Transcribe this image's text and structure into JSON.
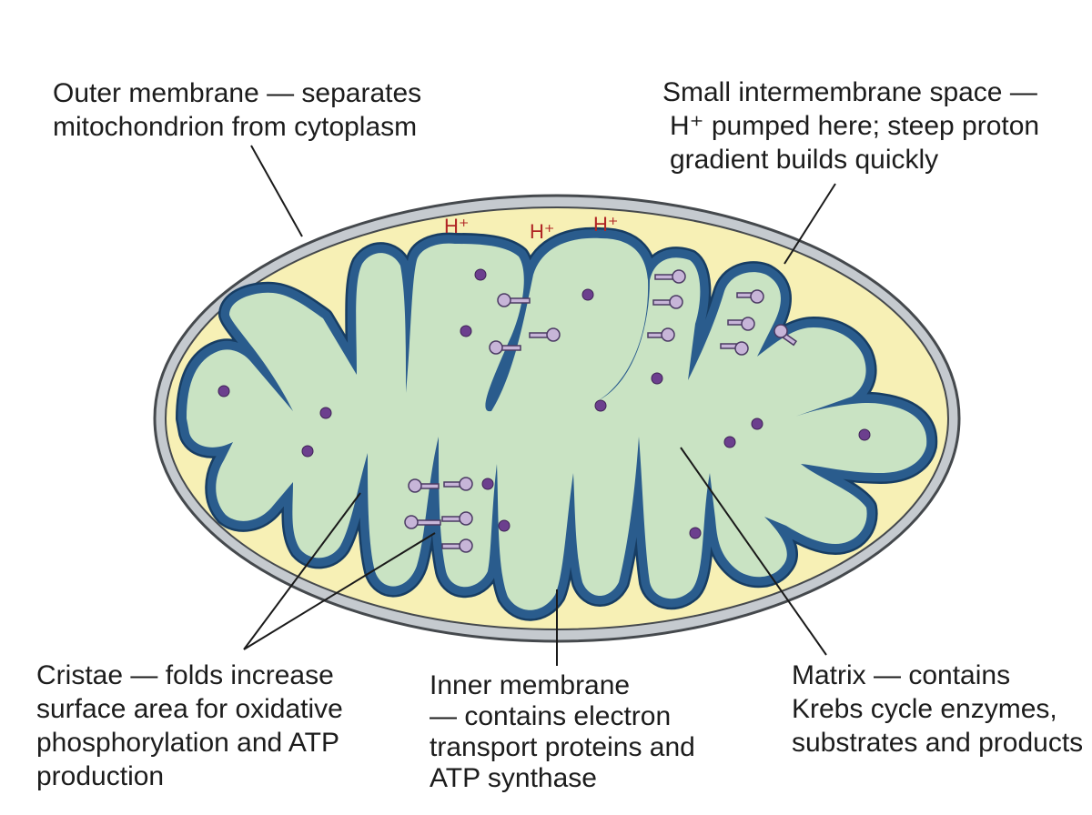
{
  "labels": {
    "outer_membrane": [
      "Outer membrane — separates",
      "mitochondrion from cytoplasm"
    ],
    "intermembrane_space": [
      "Small intermembrane space —",
      "H⁺ pumped here; steep proton",
      "gradient builds quickly"
    ],
    "cristae": [
      "Cristae — folds increase",
      "surface area for oxidative",
      "phosphorylation and ATP",
      "production"
    ],
    "inner_membrane": [
      "Inner membrane",
      "— contains electron",
      "transport proteins and",
      "ATP synthase"
    ],
    "matrix": [
      "Matrix — contains",
      "Krebs cycle enzymes,",
      "substrates and products"
    ]
  },
  "proton_markers": [
    "H⁺",
    "H⁺",
    "H⁺"
  ],
  "colors": {
    "outer_membrane": "#c5cacf",
    "outer_membrane_stroke": "#45494d",
    "intermembrane_space": "#f7f0b5",
    "inner_membrane": "#2a5c8d",
    "inner_membrane_stroke": "#173d63",
    "matrix": "#c9e3c3",
    "granules": "#6c3f8e",
    "atp_synthase": "#c7b5d8",
    "proton_text": "#b02424",
    "leader_lines": "#1a1a1a"
  }
}
